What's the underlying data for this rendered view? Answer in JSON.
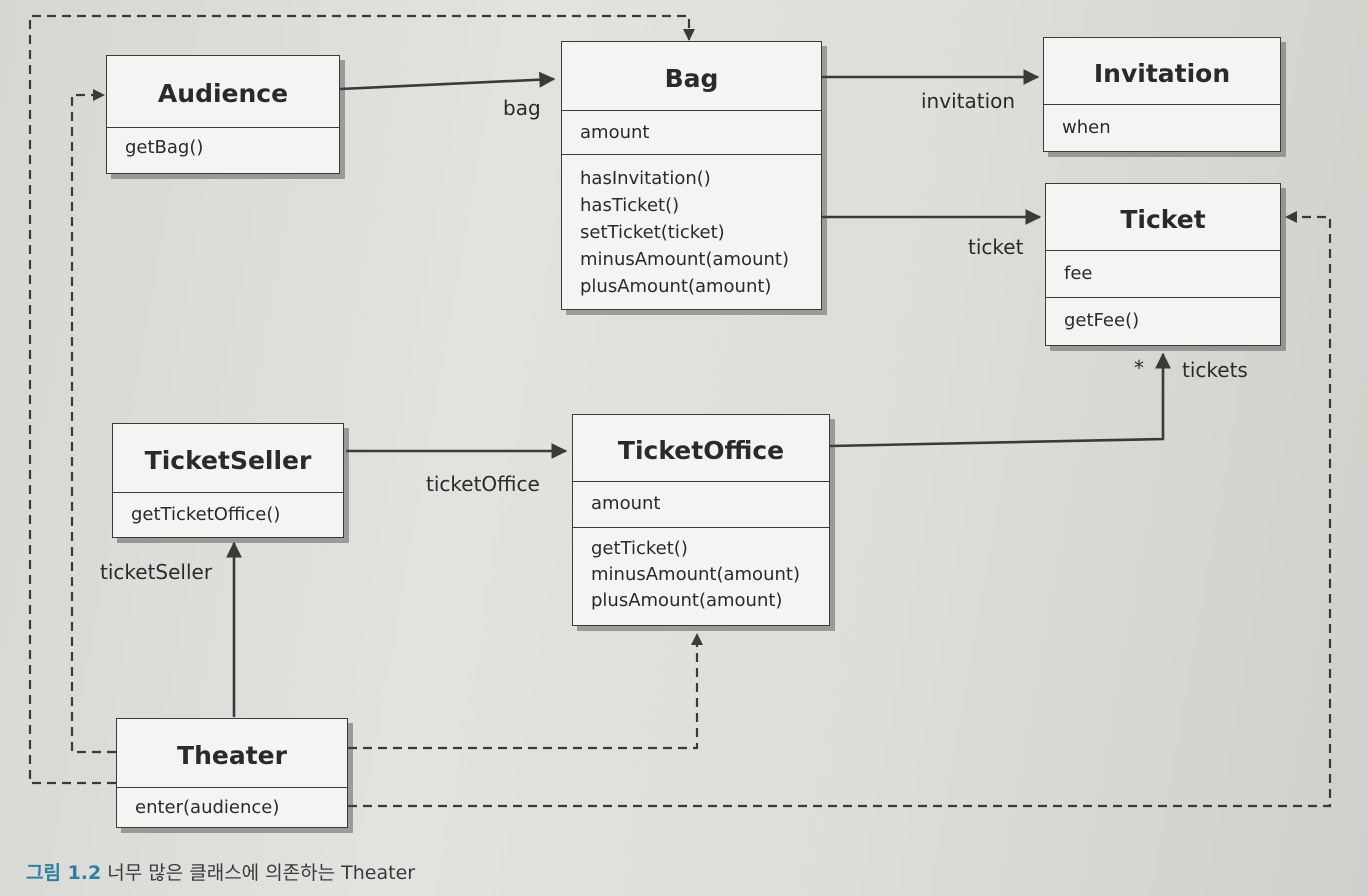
{
  "classes": {
    "audience": {
      "name": "Audience",
      "methods": [
        "getBag()"
      ]
    },
    "bag": {
      "name": "Bag",
      "attributes": [
        "amount"
      ],
      "methods": [
        "hasInvitation()",
        "hasTicket()",
        "setTicket(ticket)",
        "minusAmount(amount)",
        "plusAmount(amount)"
      ]
    },
    "invitation": {
      "name": "Invitation",
      "attributes": [
        "when"
      ]
    },
    "ticket": {
      "name": "Ticket",
      "attributes": [
        "fee"
      ],
      "methods": [
        "getFee()"
      ]
    },
    "ticketseller": {
      "name": "TicketSeller",
      "methods": [
        "getTicketOffice()"
      ]
    },
    "ticketoffice": {
      "name": "TicketOffice",
      "attributes": [
        "amount"
      ],
      "methods": [
        "getTicket()",
        "minusAmount(amount)",
        "plusAmount(amount)"
      ]
    },
    "theater": {
      "name": "Theater",
      "methods": [
        "enter(audience)"
      ]
    }
  },
  "labels": {
    "bag": "bag",
    "invitation": "invitation",
    "ticket": "ticket",
    "tickets": "tickets",
    "multiplicity": "*",
    "ticketOffice": "ticketOffice",
    "ticketSeller": "ticketSeller"
  },
  "caption": {
    "figure": "그림 1.2",
    "text": "너무 많은 클래스에 의존하는 Theater"
  }
}
